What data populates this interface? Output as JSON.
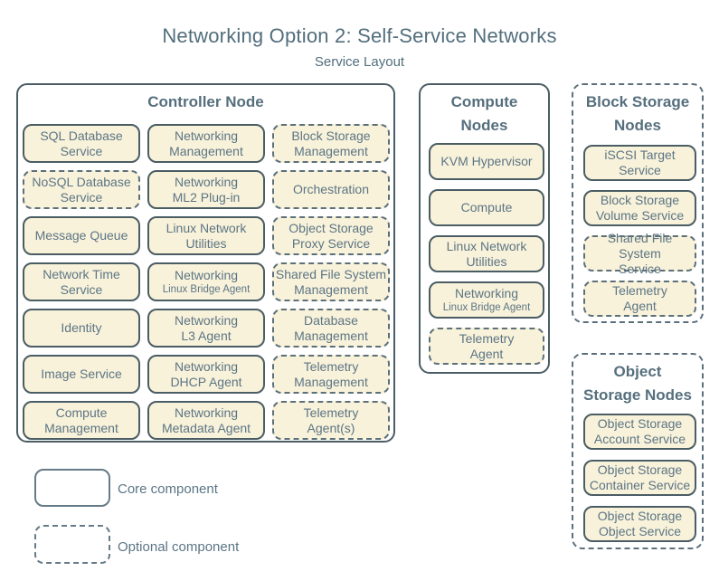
{
  "header": {
    "title": "Networking Option 2: Self-Service Networks",
    "subtitle": "Service Layout"
  },
  "legend": {
    "core_label": "Core component",
    "optional_label": "Optional component"
  },
  "colors": {
    "box_fill": "#f9f2da",
    "core_border": "#4b5d64",
    "optional_border": "#5c707c",
    "box_text": "#5b7585",
    "heading_text": "#526e7c"
  },
  "panels": {
    "controller": {
      "title": "Controller Node",
      "type": "core",
      "items": [
        {
          "label": "SQL Database\nService",
          "type": "core"
        },
        {
          "label": "Networking\nManagement",
          "type": "core"
        },
        {
          "label": "Block Storage\nManagement",
          "type": "optional"
        },
        {
          "label": "NoSQL Database\nService",
          "type": "optional"
        },
        {
          "label": "Networking\nML2 Plug-in",
          "type": "core"
        },
        {
          "label": "Orchestration",
          "type": "optional"
        },
        {
          "label": "Message Queue",
          "type": "core"
        },
        {
          "label": "Linux Network\nUtilities",
          "type": "core"
        },
        {
          "label": "Object Storage\nProxy Service",
          "type": "optional"
        },
        {
          "label": "Network Time\nService",
          "type": "core"
        },
        {
          "label": "Networking",
          "sub": "Linux Bridge Agent",
          "type": "core"
        },
        {
          "label": "Shared File System\nManagement",
          "type": "optional"
        },
        {
          "label": "Identity",
          "type": "core"
        },
        {
          "label": "Networking\nL3 Agent",
          "type": "core"
        },
        {
          "label": "Database\nManagement",
          "type": "optional"
        },
        {
          "label": "Image Service",
          "type": "core"
        },
        {
          "label": "Networking\nDHCP Agent",
          "type": "core"
        },
        {
          "label": "Telemetry\nManagement",
          "type": "optional"
        },
        {
          "label": "Compute\nManagement",
          "type": "core"
        },
        {
          "label": "Networking\nMetadata Agent",
          "type": "core"
        },
        {
          "label": "Telemetry\nAgent(s)",
          "type": "optional"
        }
      ]
    },
    "compute": {
      "title": "Compute\nNodes",
      "type": "core",
      "items": [
        {
          "label": "KVM Hypervisor",
          "type": "core"
        },
        {
          "label": "Compute",
          "type": "core"
        },
        {
          "label": "Linux Network\nUtilities",
          "type": "core"
        },
        {
          "label": "Networking",
          "sub": "Linux Bridge Agent",
          "type": "core"
        },
        {
          "label": "Telemetry\nAgent",
          "type": "optional"
        }
      ]
    },
    "block_storage": {
      "title": "Block Storage\nNodes",
      "type": "optional",
      "items": [
        {
          "label": "iSCSI Target\nService",
          "type": "core"
        },
        {
          "label": "Block Storage\nVolume Service",
          "type": "core"
        },
        {
          "label": "Shared File System\nService",
          "type": "optional"
        },
        {
          "label": "Telemetry\nAgent",
          "type": "optional"
        }
      ]
    },
    "object_storage": {
      "title": "Object\nStorage Nodes",
      "type": "optional",
      "items": [
        {
          "label": "Object Storage\nAccount Service",
          "type": "core"
        },
        {
          "label": "Object Storage\nContainer Service",
          "type": "core"
        },
        {
          "label": "Object Storage\nObject Service",
          "type": "core"
        }
      ]
    }
  }
}
